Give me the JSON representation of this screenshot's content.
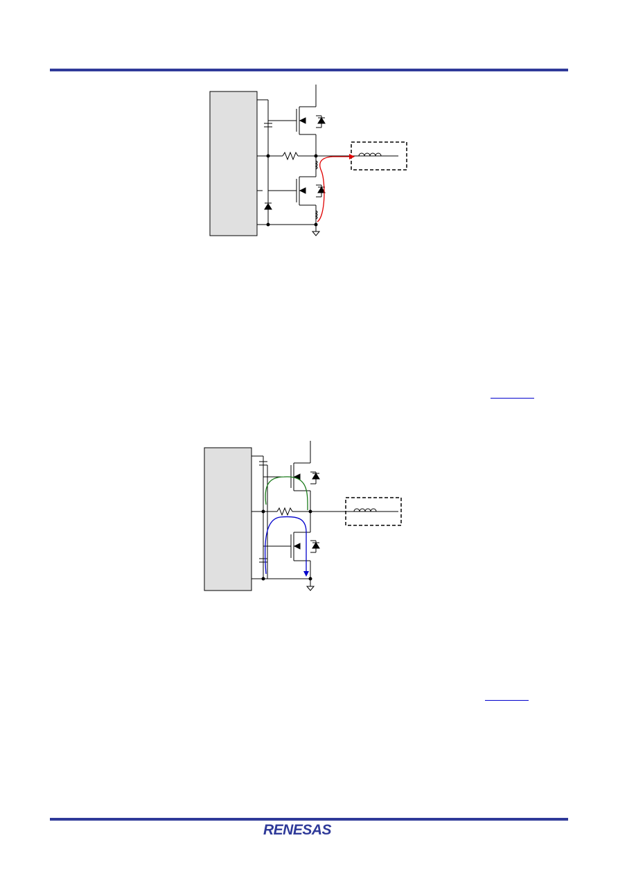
{
  "page": {
    "header_rule_color": "#2f3a99",
    "footer_rule_color": "#2f3a99",
    "link_color": "#0000cc"
  },
  "figures": [
    {
      "id": "figure-1",
      "current_path_color": "#e00000"
    },
    {
      "id": "figure-2",
      "current_path_colors": [
        "#1a7a1a",
        "#0000cc"
      ]
    }
  ],
  "footer": {
    "logo_text": "RENESAS"
  }
}
